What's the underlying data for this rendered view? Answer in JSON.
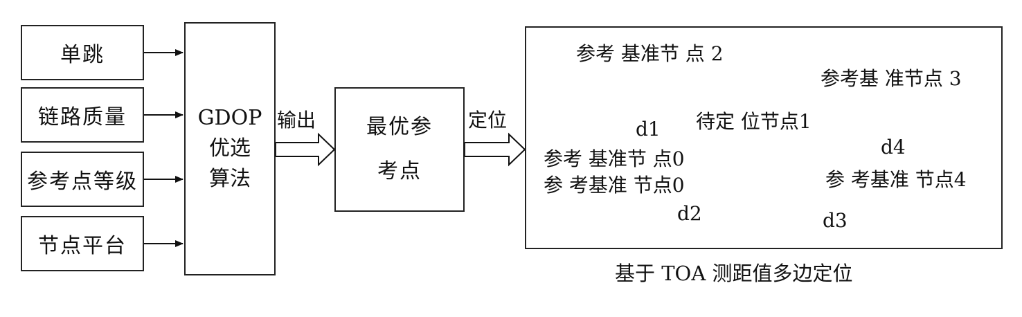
{
  "inputs": [
    {
      "label": "单跳"
    },
    {
      "label": "链路质量"
    },
    {
      "label": "参考点等级"
    },
    {
      "label": "节点平台"
    }
  ],
  "algorithm": {
    "line1": "GDOP",
    "line2": "优选",
    "line3": "算法"
  },
  "output_label": "输出",
  "best_ref": {
    "line1": "最优参",
    "line2": "考点"
  },
  "locate_label": "定位",
  "panel": {
    "caption": "基于 TOA  测距值多边定位",
    "ref2": "参考 基准节 点 2",
    "ref3": "参考基 准节点 3",
    "target": "待定 位节点1",
    "ref0_a": "参考 基准节 点0",
    "ref0_b": "参 考基准  节点0",
    "ref4": "参 考基准 节点4",
    "d1": "d1",
    "d2": "d2",
    "d3": "d3",
    "d4": "d4"
  }
}
